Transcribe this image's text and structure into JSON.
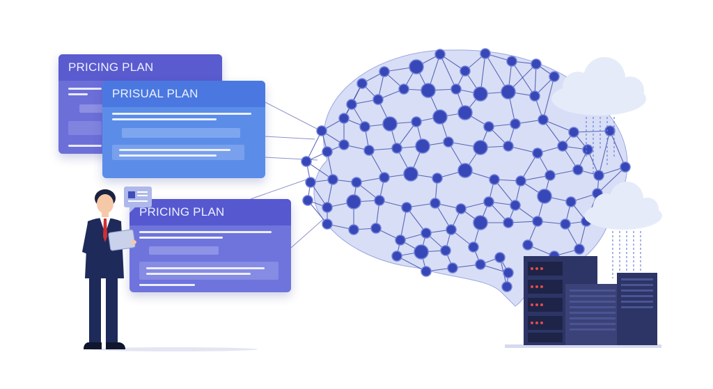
{
  "cards": [
    {
      "title": "PRICING PLAN"
    },
    {
      "title": "PRISUAL PLAN"
    },
    {
      "title": "PRICING PLAN"
    }
  ],
  "colors": {
    "node": "#3847b8",
    "edge": "#2f3c9e",
    "brain_fill": "#c9d2f2",
    "cloud": "#e6ebfa",
    "server": "#2d3566",
    "suit": "#1e2a5a",
    "tie": "#d32f2f"
  },
  "icons": [
    "person-icon",
    "tablet-icon",
    "speech-bubble-icon",
    "brain-network-icon",
    "cloud-icon",
    "server-rack-icon"
  ]
}
